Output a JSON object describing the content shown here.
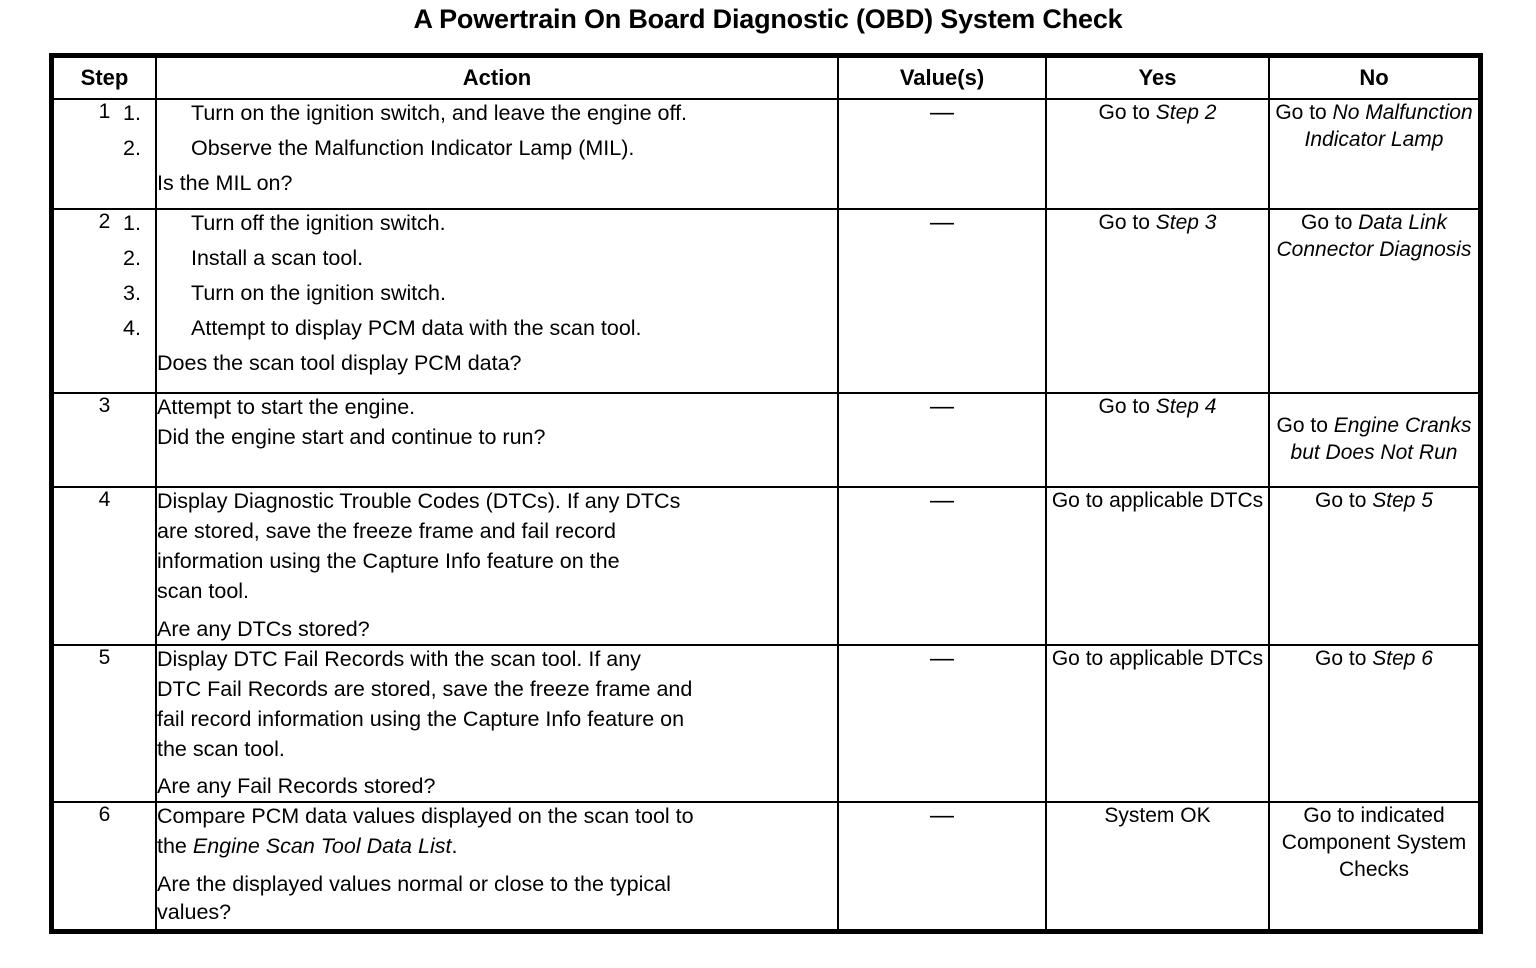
{
  "document": {
    "title": "A Powertrain On Board Diagnostic (OBD) System Check"
  },
  "table": {
    "headers": {
      "step": "Step",
      "action": "Action",
      "values": "Value(s)",
      "yes": "Yes",
      "no": "No"
    },
    "rows": [
      {
        "step": "1",
        "action": {
          "numbered": [
            {
              "num": "1.",
              "text": "Turn on the ignition switch, and leave the engine off."
            },
            {
              "num": "2.",
              "text": "Observe the Malfunction Indicator Lamp (MIL)."
            }
          ],
          "question": "Is the MIL on?"
        },
        "value": "—",
        "yes": {
          "prefix": "Go to ",
          "italic": "Step 2"
        },
        "no": {
          "prefix": "Go to ",
          "italic": "No Malfunction Indicator Lamp",
          "italic_lines": [
            "No",
            "Malfunction",
            "Indicator Lamp"
          ]
        }
      },
      {
        "step": "2",
        "action": {
          "numbered": [
            {
              "num": "1.",
              "text": "Turn off the ignition switch."
            },
            {
              "num": "2.",
              "text": "Install a scan tool."
            },
            {
              "num": "3.",
              "text": "Turn on the ignition switch."
            },
            {
              "num": "4.",
              "text": "Attempt to display PCM data with the scan tool."
            }
          ],
          "question": "Does the scan tool display PCM data?"
        },
        "value": "—",
        "yes": {
          "prefix": "Go to ",
          "italic": "Step 3"
        },
        "no": {
          "prefix": "Go to ",
          "italic": "Data Link Connector Diagnosis",
          "italic_lines": [
            "Data Link",
            "Connector",
            "Diagnosis"
          ]
        }
      },
      {
        "step": "3",
        "action": {
          "lines": [
            "Attempt to start the engine."
          ],
          "question": "Did the engine start and continue to run?"
        },
        "value": "—",
        "yes": {
          "prefix": "Go to ",
          "italic": "Step 4"
        },
        "no": {
          "prefix": "Go to ",
          "italic": "Engine Cranks but Does Not Run",
          "italic_lines": [
            "Engine",
            "Cranks but Does",
            "Not Run"
          ]
        }
      },
      {
        "step": "4",
        "action": {
          "lines": [
            "Display Diagnostic Trouble Codes (DTCs). If any DTCs",
            "are stored, save the freeze frame and fail record",
            "information using the Capture Info feature on the",
            "scan tool."
          ],
          "question": "Are any DTCs stored?"
        },
        "value": "—",
        "yes": {
          "plain_lines": [
            "Go to",
            "applicable DTCs"
          ]
        },
        "no": {
          "prefix": "Go to ",
          "italic": "Step 5"
        }
      },
      {
        "step": "5",
        "action": {
          "lines": [
            "Display DTC Fail Records with the scan tool. If any",
            "DTC Fail Records are stored, save the freeze frame and",
            "fail record information using the Capture Info feature on",
            "the scan tool."
          ],
          "question": "Are any Fail Records stored?"
        },
        "value": "—",
        "yes": {
          "plain_lines": [
            "Go to",
            "applicable DTCs"
          ]
        },
        "no": {
          "prefix": "Go to ",
          "italic": "Step 6"
        }
      },
      {
        "step": "6",
        "action": {
          "lines_mixed": [
            {
              "plain": "Compare PCM data values displayed on the scan tool to"
            },
            {
              "plain": "the ",
              "italic": "Engine Scan Tool Data List",
              "tail": "."
            }
          ],
          "question_lines": [
            "Are the displayed values normal or close to the typical",
            "values?"
          ]
        },
        "value": "—",
        "yes": {
          "plain_lines": [
            "System OK"
          ]
        },
        "no": {
          "plain_lines": [
            "Go to indicated",
            "Component",
            "System Checks"
          ]
        }
      }
    ]
  }
}
